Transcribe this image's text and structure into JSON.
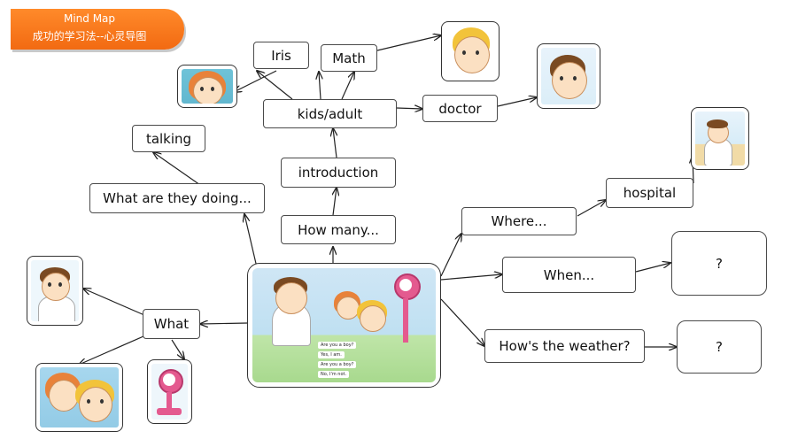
{
  "banner": {
    "title": "Mind Map",
    "subtitle": "成功的学习法--心灵导图"
  },
  "colors": {
    "banner": "#f26a12",
    "node_border": "#4a4a4a",
    "arrow": "#222222"
  },
  "nodes": {
    "iris": "Iris",
    "math": "Math",
    "kids_adult": "kids/adult",
    "doctor": "doctor",
    "talking": "talking",
    "introduction": "introduction",
    "what_doing": "What are they doing...",
    "how_many": "How many...",
    "hospital": "hospital",
    "where": "Where...",
    "when": "When...",
    "weather": "How's the weather?",
    "what": "What",
    "q1": "?",
    "q2": "?"
  },
  "center_dialogue": [
    "Are you a boy?",
    "Yes, I am.",
    "Are you a boy?",
    "No, I'm not."
  ],
  "images": {
    "pic_girl": "girl-portrait",
    "pic_boy_blond": "blond-boy-portrait",
    "pic_boy_dark": "dark-haired-boy-portrait",
    "pic_hospital": "doctor-scene",
    "pic_doctor": "doctor-portrait",
    "pic_kids": "two-kids-portrait",
    "pic_scale": "weighing-scale",
    "center": "classroom-scene"
  }
}
